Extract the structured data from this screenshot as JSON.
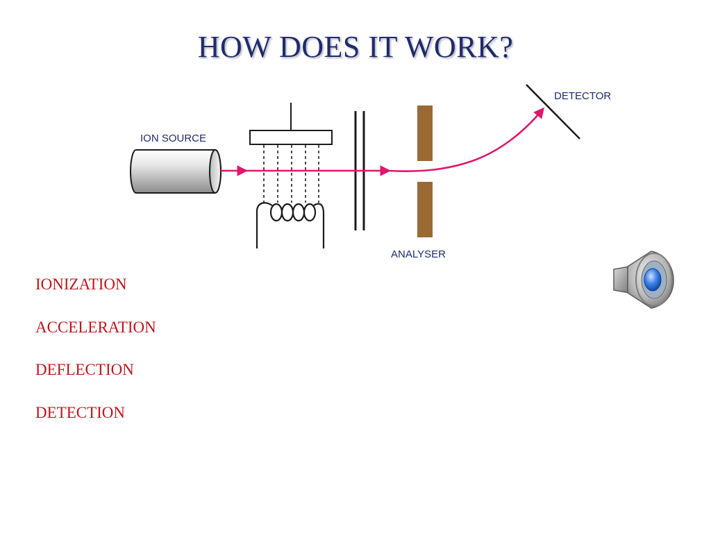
{
  "slide": {
    "title": "HOW DOES IT WORK?"
  },
  "diagram": {
    "labels": {
      "ion_source": "ION SOURCE",
      "detector": "DETECTOR",
      "analyser": "ANALYSER"
    },
    "colors": {
      "beam": "#e0176b",
      "analyser_plates": "#9a6a35",
      "label_text": "#1f2b6e"
    }
  },
  "steps": [
    {
      "label": "IONIZATION"
    },
    {
      "label": "ACCELERATION"
    },
    {
      "label": "DEFLECTION"
    },
    {
      "label": "DETECTION"
    }
  ],
  "audio": {
    "icon": "speaker-icon"
  }
}
